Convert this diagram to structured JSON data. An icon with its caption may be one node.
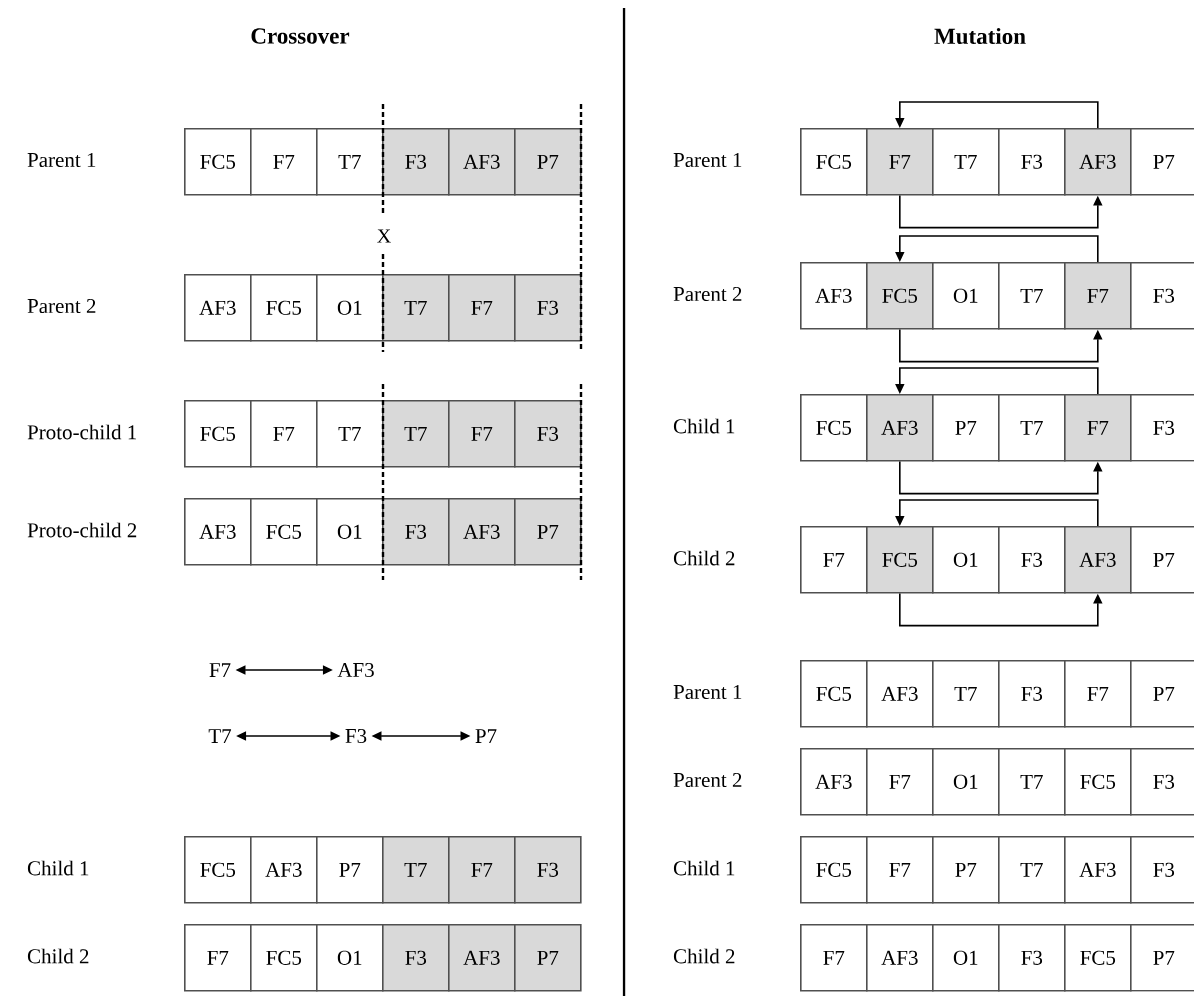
{
  "diagram": {
    "nodes": [
      {
        "text": [
          "FC5"
        ]
      },
      {
        "text": [
          "F7"
        ]
      },
      {
        "text": [
          "T7"
        ]
      },
      {
        "text": [
          "F3"
        ]
      },
      {
        "text": [
          "AF3"
        ]
      },
      {
        "text": [
          "P7"
        ]
      },
      {
        "text": [
          "AF3"
        ]
      },
      {
        "text": [
          "FC5"
        ]
      },
      {
        "text": [
          "O1"
        ]
      },
      {
        "text": [
          "T7"
        ]
      },
      {
        "text": [
          "F7"
        ]
      },
      {
        "text": [
          "F3"
        ]
      },
      {
        "text": [
          "FC5"
        ]
      },
      {
        "text": [
          "F7"
        ]
      },
      {
        "text": [
          "T7"
        ]
      },
      {
        "text": [
          "T7"
        ]
      },
      {
        "text": [
          "F7"
        ]
      },
      {
        "text": [
          "F3"
        ]
      },
      {
        "text": [
          "AF3"
        ]
      },
      {
        "text": [
          "FC5"
        ]
      },
      {
        "text": [
          "O1"
        ]
      },
      {
        "text": [
          "F3"
        ]
      },
      {
        "text": [
          "AF3"
        ]
      },
      {
        "text": [
          "P7"
        ]
      },
      {
        "text": [
          "F7"
        ]
      },
      {
        "text": [
          "AF3"
        ]
      },
      {
        "text": [
          "T7"
        ]
      },
      {
        "text": [
          "F3"
        ]
      },
      {
        "text": [
          "P7"
        ]
      },
      {
        "text": [
          "FC5"
        ]
      },
      {
        "text": [
          "AF3"
        ]
      },
      {
        "text": [
          "P7"
        ]
      },
      {
        "text": [
          "T7"
        ]
      },
      {
        "text": [
          "F7"
        ]
      },
      {
        "text": [
          "F3"
        ]
      },
      {
        "text": [
          "F7"
        ]
      },
      {
        "text": [
          "FC5"
        ]
      },
      {
        "text": [
          "O1"
        ]
      },
      {
        "text": [
          "F3"
        ]
      },
      {
        "text": [
          "AF3"
        ]
      },
      {
        "text": [
          "P7"
        ]
      },
      {
        "text": [
          "FC5"
        ]
      },
      {
        "text": [
          "F7"
        ]
      },
      {
        "text": [
          "T7"
        ]
      },
      {
        "text": [
          "F3"
        ]
      },
      {
        "text": [
          "AF3"
        ]
      },
      {
        "text": [
          "P7"
        ]
      },
      {
        "text": [
          "AF3"
        ]
      },
      {
        "text": [
          "FC5"
        ]
      },
      {
        "text": [
          "O1"
        ]
      },
      {
        "text": [
          "T7"
        ]
      },
      {
        "text": [
          "F7"
        ]
      },
      {
        "text": [
          "F3"
        ]
      },
      {
        "text": [
          "FC5"
        ]
      },
      {
        "text": [
          "AF3"
        ]
      },
      {
        "text": [
          "P7"
        ]
      },
      {
        "text": [
          "T7"
        ]
      },
      {
        "text": [
          "F7"
        ]
      },
      {
        "text": [
          "F3"
        ]
      },
      {
        "text": [
          "F7"
        ]
      },
      {
        "text": [
          "FC5"
        ]
      },
      {
        "text": [
          "O1"
        ]
      },
      {
        "text": [
          "F3"
        ]
      },
      {
        "text": [
          "AF3"
        ]
      },
      {
        "text": [
          "P7"
        ]
      },
      {
        "text": [
          "FC5"
        ]
      },
      {
        "text": [
          "AF3"
        ]
      },
      {
        "text": [
          "T7"
        ]
      },
      {
        "text": [
          "F3"
        ]
      },
      {
        "text": [
          "F7"
        ]
      },
      {
        "text": [
          "P7"
        ]
      },
      {
        "text": [
          "AF3"
        ]
      },
      {
        "text": [
          "F7"
        ]
      },
      {
        "text": [
          "O1"
        ]
      },
      {
        "text": [
          "T7"
        ]
      },
      {
        "text": [
          "FC5"
        ]
      },
      {
        "text": [
          "F3"
        ]
      },
      {
        "text": [
          "FC5"
        ]
      },
      {
        "text": [
          "F7"
        ]
      },
      {
        "text": [
          "P7"
        ]
      },
      {
        "text": [
          "T7"
        ]
      },
      {
        "text": [
          "AF3"
        ]
      },
      {
        "text": [
          "F3"
        ]
      },
      {
        "text": [
          "F7"
        ]
      },
      {
        "text": [
          "AF3"
        ]
      },
      {
        "text": [
          "O1"
        ]
      },
      {
        "text": [
          "F3"
        ]
      },
      {
        "text": [
          "FC5"
        ]
      },
      {
        "text": [
          "P7"
        ]
      }
    ],
    "edges": [
      {
        "from": 24,
        "to": 25,
        "arrow": "both"
      },
      {
        "from": 26,
        "to": 27,
        "arrow": "both"
      },
      {
        "from": 27,
        "to": 28,
        "arrow": "both"
      },
      {
        "from": 45,
        "to": 42,
        "arrow": "to"
      },
      {
        "from": 42,
        "to": 45,
        "arrow": "to"
      },
      {
        "from": 51,
        "to": 48,
        "arrow": "to"
      },
      {
        "from": 48,
        "to": 51,
        "arrow": "to"
      },
      {
        "from": 57,
        "to": 54,
        "arrow": "to"
      },
      {
        "from": 54,
        "to": 57,
        "arrow": "to"
      },
      {
        "from": 63,
        "to": 60,
        "arrow": "to"
      },
      {
        "from": 60,
        "to": 63,
        "arrow": "to"
      }
    ],
    "labels": [
      "Crossover",
      "Mutation",
      "Parent 1",
      "Parent 2",
      "X",
      "Proto-child 1",
      "Proto-child 2",
      "Child 1",
      "Child 2",
      "Parent 1",
      "Parent 2",
      "Child 1",
      "Child 2",
      "Parent 1",
      "Parent 2",
      "Child 1",
      "Child 2"
    ]
  }
}
